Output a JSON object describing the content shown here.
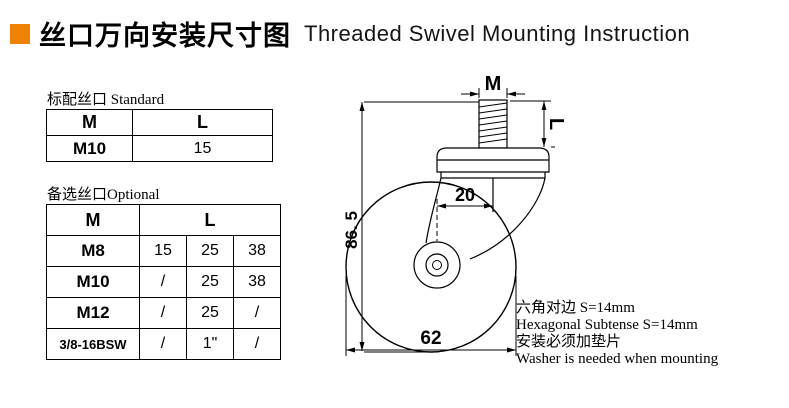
{
  "header": {
    "title_cn": "丝口万向安装尺寸图",
    "title_en": "Threaded Swivel Mounting Instruction",
    "accent_color": "#f08200"
  },
  "standard_table": {
    "label": "标配丝口 Standard",
    "headers": [
      "M",
      "L"
    ],
    "rows": [
      [
        "M10",
        "15"
      ]
    ]
  },
  "optional_table": {
    "label": "备选丝口Optional",
    "col_header_m": "M",
    "col_header_l": "L",
    "rows": [
      [
        "M8",
        "15",
        "25",
        "38"
      ],
      [
        "M10",
        "/",
        "25",
        "38"
      ],
      [
        "M12",
        "/",
        "25",
        "/"
      ],
      [
        "3/8-16BSW",
        "/",
        "1\"",
        "/"
      ]
    ]
  },
  "diagram": {
    "dim_thread": "M",
    "dim_stem_length": "L",
    "dim_offset": "20",
    "dim_overall_height": "86. 5",
    "dim_wheel_diameter": "62",
    "notes": [
      "六角对边 S=14mm",
      "Hexagonal Subtense S=14mm",
      "安装必须加垫片",
      "Washer is needed when mounting"
    ]
  }
}
